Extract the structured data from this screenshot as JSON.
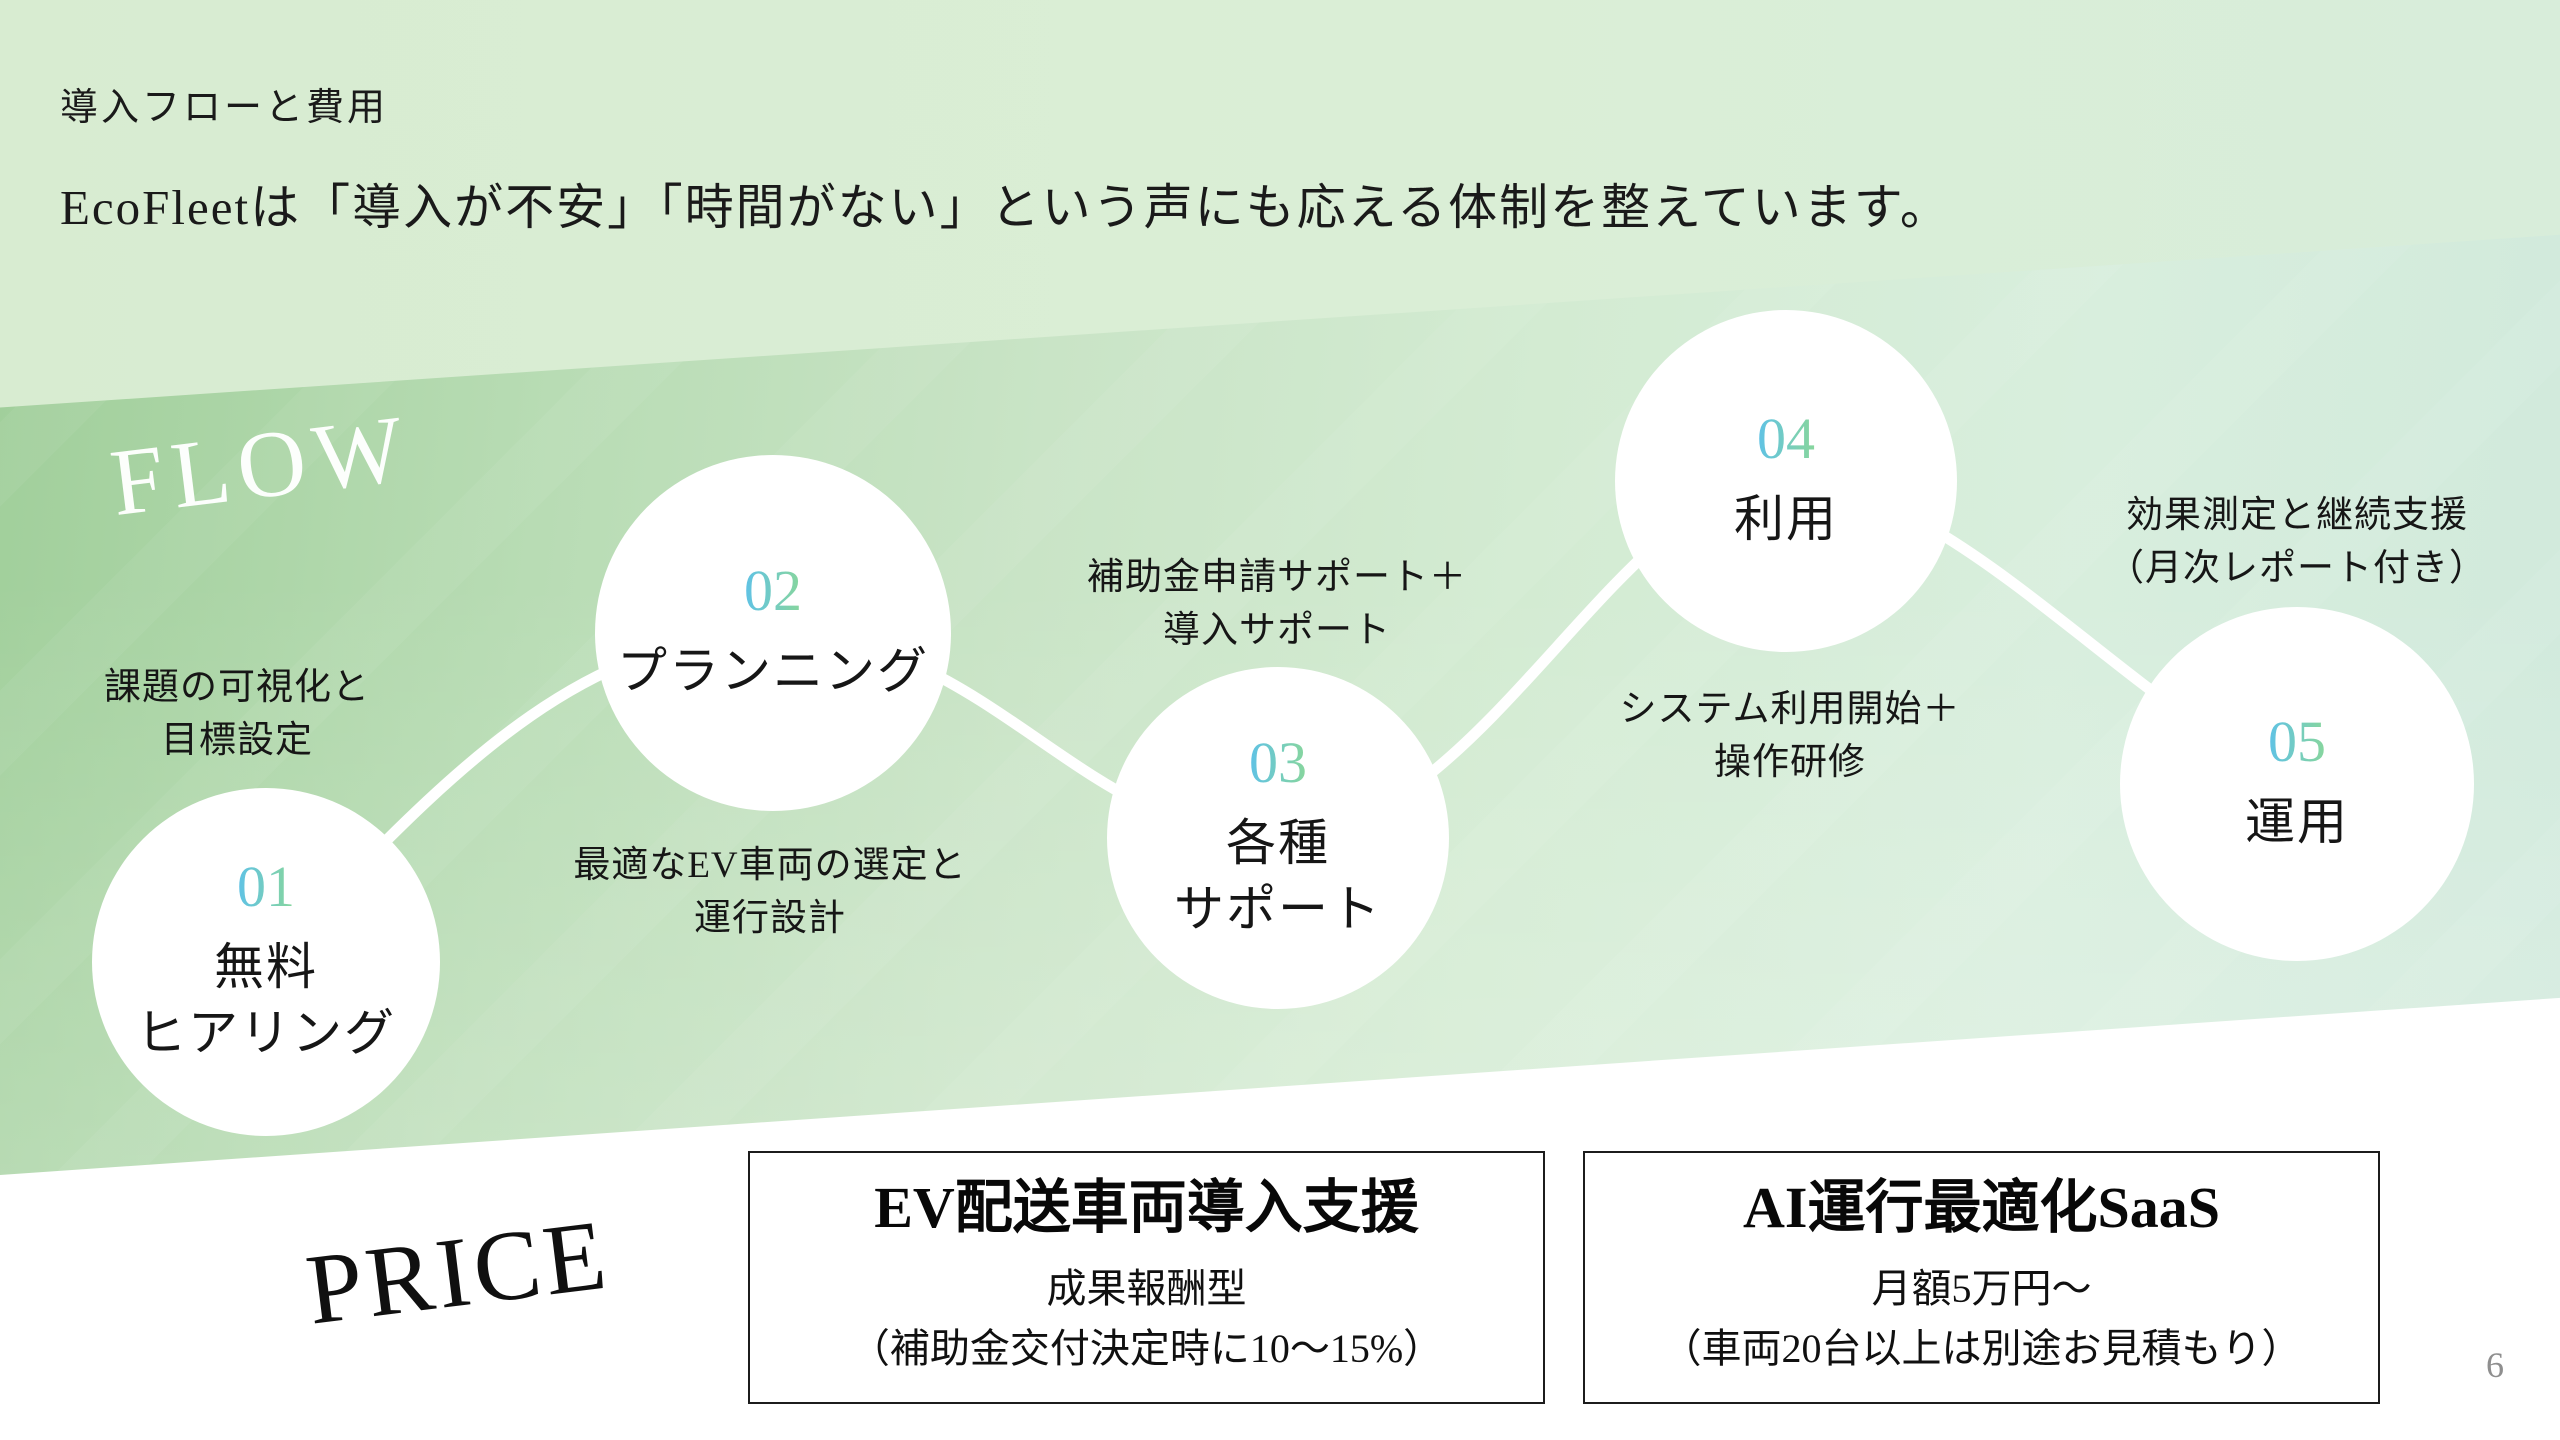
{
  "slide": {
    "kicker": "導入フローと費用",
    "headline": "EcoFleetは「導入が不安」「時間がない」という声にも応える体制を整えています。",
    "page_number": "6"
  },
  "flow": {
    "watermark": "FLOW",
    "steps": [
      {
        "number": "01",
        "title_lines": [
          "無料",
          "ヒアリング"
        ],
        "note_lines": [
          "課題の可視化と",
          "目標設定"
        ]
      },
      {
        "number": "02",
        "title_lines": [
          "プランニング"
        ],
        "note_lines": [
          "最適なEV車両の選定と",
          "運行設計"
        ]
      },
      {
        "number": "03",
        "title_lines": [
          "各種",
          "サポート"
        ],
        "note_lines": [
          "補助金申請サポート＋",
          "導入サポート"
        ]
      },
      {
        "number": "04",
        "title_lines": [
          "利用"
        ],
        "note_lines": [
          "システム利用開始＋",
          "操作研修"
        ]
      },
      {
        "number": "05",
        "title_lines": [
          "運用"
        ],
        "note_lines": [
          "効果測定と継続支援",
          "（月次レポート付き）"
        ]
      }
    ]
  },
  "price": {
    "watermark": "PRICE",
    "plans": [
      {
        "title": "EV配送車両導入支援",
        "lines": [
          "成果報酬型",
          "（補助金交付決定時に10～15%）"
        ]
      },
      {
        "title": "AI運行最適化SaaS",
        "lines": [
          "月額5万円～",
          "（車両20台以上は別途お見積もり）"
        ]
      }
    ]
  },
  "colors": {
    "band_green_dark": "#9fce99",
    "band_green_light": "#d8eedd",
    "header_green": "#d8ecd1",
    "number_gradient_start": "#5fc2e6",
    "number_gradient_end": "#88d69c",
    "connector": "#ffffff",
    "card_border": "#1c1c1c",
    "page_number_gray": "#8f8f8f"
  }
}
